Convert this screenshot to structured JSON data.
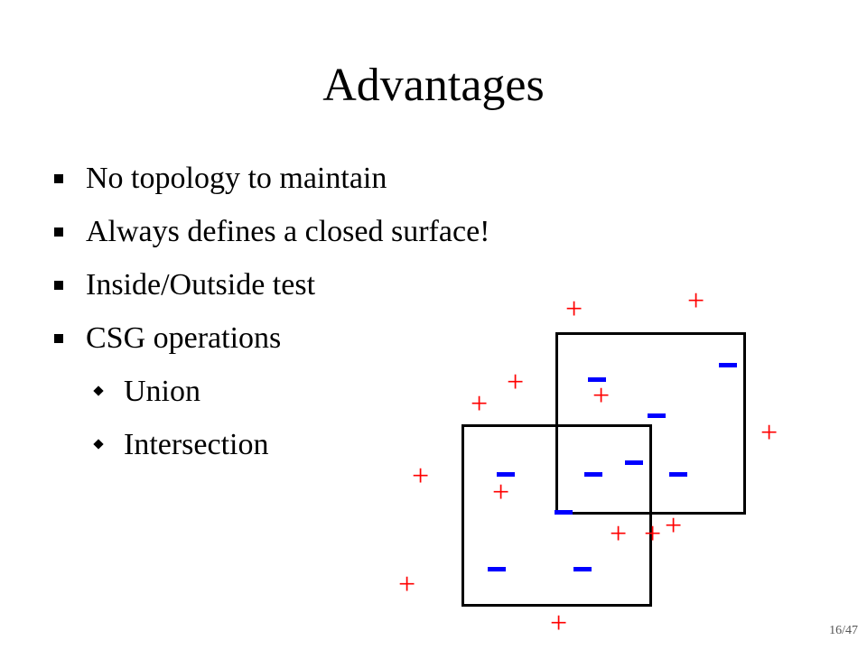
{
  "slide": {
    "title": "Advantages",
    "bullets": [
      {
        "text": "No topology to maintain",
        "level": 1
      },
      {
        "text": "Always defines a closed surface!",
        "level": 1
      },
      {
        "text": "Inside/Outside test",
        "level": 1
      },
      {
        "text": "CSG operations",
        "level": 1
      },
      {
        "text": "Union",
        "level": 2
      },
      {
        "text": "Intersection",
        "level": 2
      }
    ],
    "diagram": {
      "plus_symbol": "+",
      "plus_color": "#ff0000",
      "minus_color": "#0000ff",
      "outline_color": "#000000"
    },
    "page_number": "16/47"
  }
}
